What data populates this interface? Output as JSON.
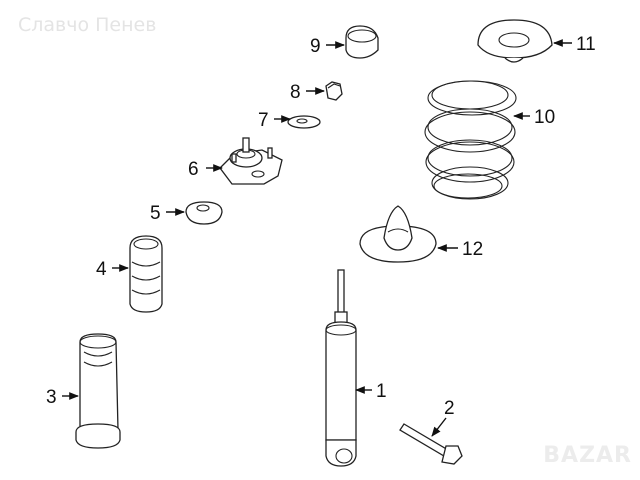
{
  "watermark": "Славчо Пенев",
  "logo": "BAZAR",
  "callouts": {
    "c1": "1",
    "c2": "2",
    "c3": "3",
    "c4": "4",
    "c5": "5",
    "c6": "6",
    "c7": "7",
    "c8": "8",
    "c9": "9",
    "c10": "10",
    "c11": "11",
    "c12": "12"
  }
}
